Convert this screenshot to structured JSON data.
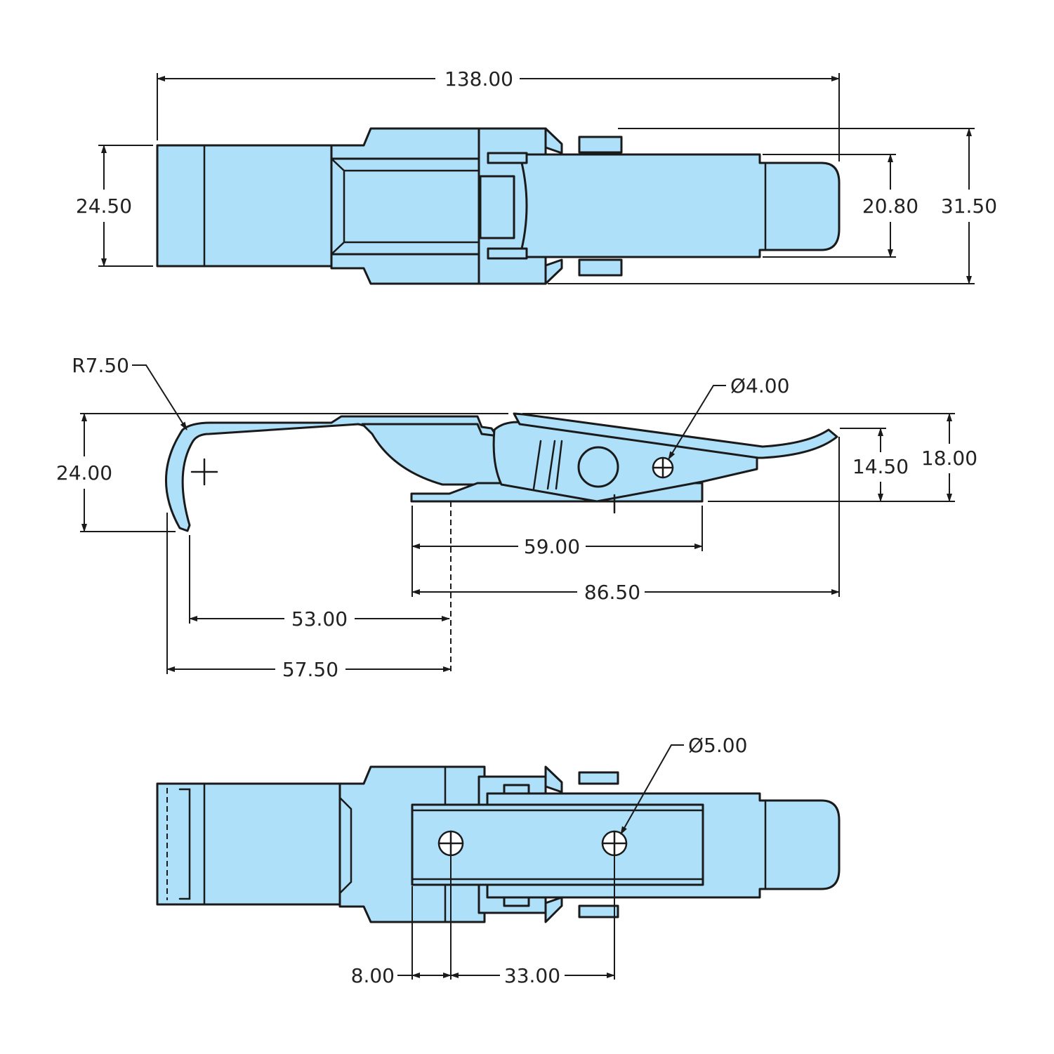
{
  "colors": {
    "part_fill": "#aee0f9",
    "line": "#1a1a1a",
    "text": "#222222",
    "background": "#ffffff"
  },
  "top_view": {
    "overall_length": "138.00",
    "base_width": "24.50",
    "lever_width": "20.80",
    "overall_width": "31.50"
  },
  "side_view": {
    "hook_radius": "R7.50",
    "hook_height": "24.00",
    "pin_hole_diameter": "Ø4.00",
    "lever_tip_height": "14.50",
    "overall_height": "18.00",
    "base_length": "59.00",
    "closed_length": "86.50",
    "hook_inner_reach": "53.00",
    "hook_outer_reach": "57.50"
  },
  "bottom_view": {
    "mounting_hole_diameter": "Ø5.00",
    "hole_edge_offset": "8.00",
    "hole_spacing": "33.00"
  }
}
